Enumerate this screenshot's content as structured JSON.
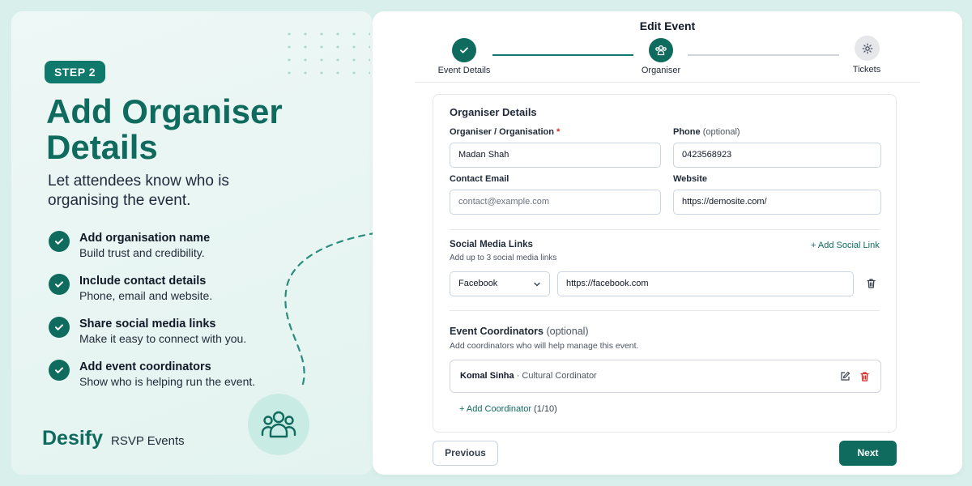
{
  "promo": {
    "step_badge": "STEP 2",
    "title": "Add Organiser Details",
    "subtitle": "Let attendees know who is organising the event.",
    "features": [
      {
        "title": "Add organisation name",
        "desc": "Build trust and credibility."
      },
      {
        "title": "Include contact details",
        "desc": "Phone, email and website."
      },
      {
        "title": "Share social media links",
        "desc": "Make it easy to connect with you."
      },
      {
        "title": "Add event coordinators",
        "desc": "Show who is helping run the event."
      }
    ],
    "brand": "Desify",
    "brand_tag": "RSVP Events"
  },
  "form": {
    "title": "Edit Event",
    "steps": [
      {
        "label": "Event Details",
        "state": "done"
      },
      {
        "label": "Organiser",
        "state": "active"
      },
      {
        "label": "Tickets",
        "state": "upcoming"
      }
    ],
    "organiser_section": "Organiser Details",
    "org_label": "Organiser / Organisation",
    "org_required": "*",
    "org_value": "Madan Shah",
    "phone_label": "Phone",
    "phone_optional": "(optional)",
    "phone_value": "0423568923",
    "email_label": "Contact Email",
    "email_placeholder": "contact@example.com",
    "website_label": "Website",
    "website_value": "https://demosite.com/",
    "social_title": "Social Media Links",
    "social_note": "Add up to 3 social media links",
    "add_social": "+ Add Social Link",
    "social_platform": "Facebook",
    "social_url": "https://facebook.com",
    "coord_title": "Event Coordinators",
    "coord_optional": "(optional)",
    "coord_note": "Add coordinators who will help manage this event.",
    "coordinator_name": "Komal Sinha",
    "coordinator_role": "· Cultural Cordinator",
    "add_coordinator": "+ Add Coordinator",
    "coordinator_count": "(1/10)",
    "prev_label": "Previous",
    "next_label": "Next"
  },
  "colors": {
    "accent": "#0f6b5e",
    "danger": "#dc2626",
    "background": "#d9efec"
  },
  "icons": [
    "check-icon",
    "group-icon",
    "settings-icon",
    "chevron-down-icon",
    "trash-icon",
    "edit-icon",
    "team-icon",
    "dashed-arrow-icon"
  ]
}
